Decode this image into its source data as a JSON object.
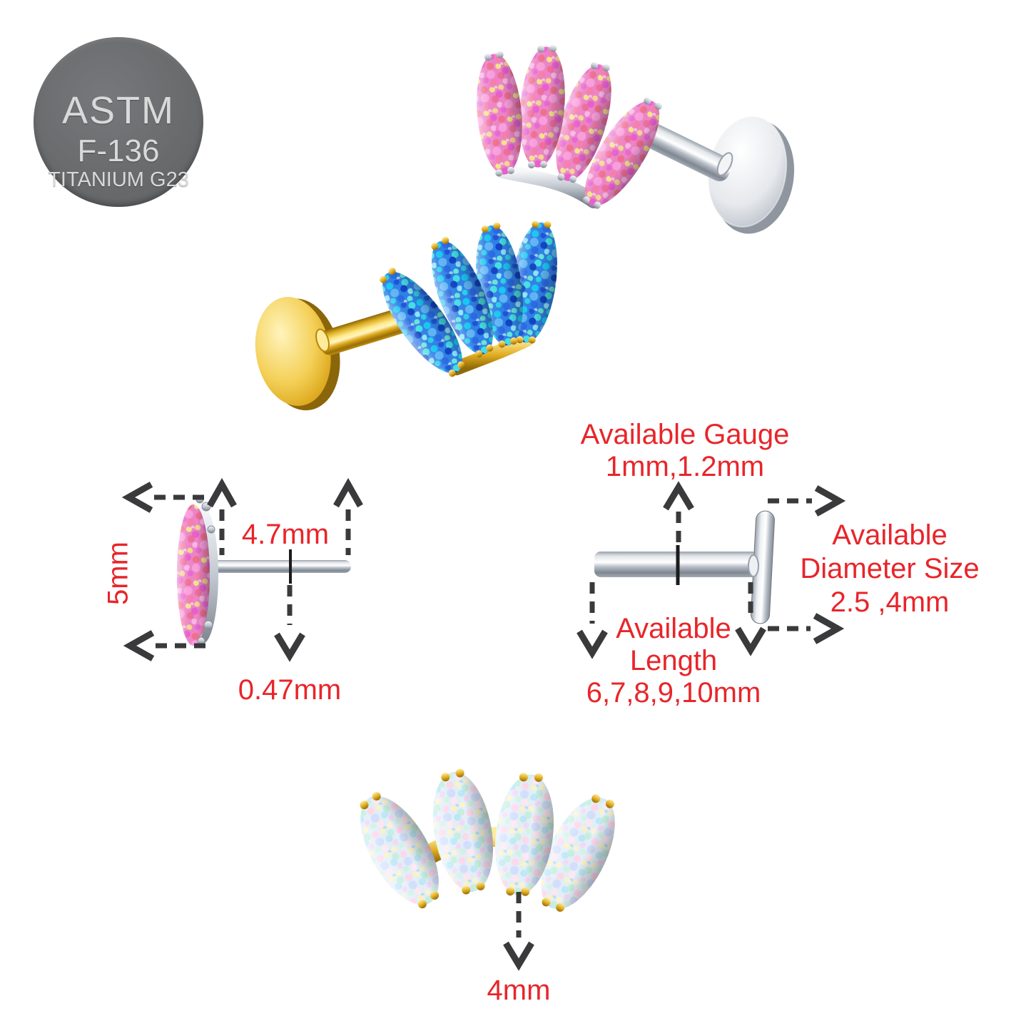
{
  "badge": {
    "line1": "ASTM",
    "line2": "F-136",
    "line3": "TITANIUM G23"
  },
  "annotations": {
    "stud_height": "5mm",
    "post_length": "4.7mm",
    "post_gauge": "0.47mm",
    "gauge_title": "Available Gauge",
    "gauge_values": "1mm,1.2mm",
    "diameter_line1": "Available",
    "diameter_line2": "Diameter Size",
    "diameter_values": "2.5 ,4mm",
    "length_line1": "Available",
    "length_line2": "Length",
    "length_values": "6,7,8,9,10mm",
    "cluster_width": "4mm"
  },
  "icons": {
    "badge_shape": "gray-circle-stamp",
    "arrow_style": "dashed-dimension-arrows"
  },
  "colors": {
    "background": "#ffffff",
    "label_red": "#e8252a",
    "arrow_dark": "#3a393b",
    "badge_bg": "#6a6b6d",
    "badge_text": "#d9d9d9",
    "silver": "#c9ced6",
    "gold": "#e3b42c",
    "pink_opal": "#ee85c6",
    "blue_opal": "#3181e8",
    "white_opal": "#e4f0f9"
  }
}
